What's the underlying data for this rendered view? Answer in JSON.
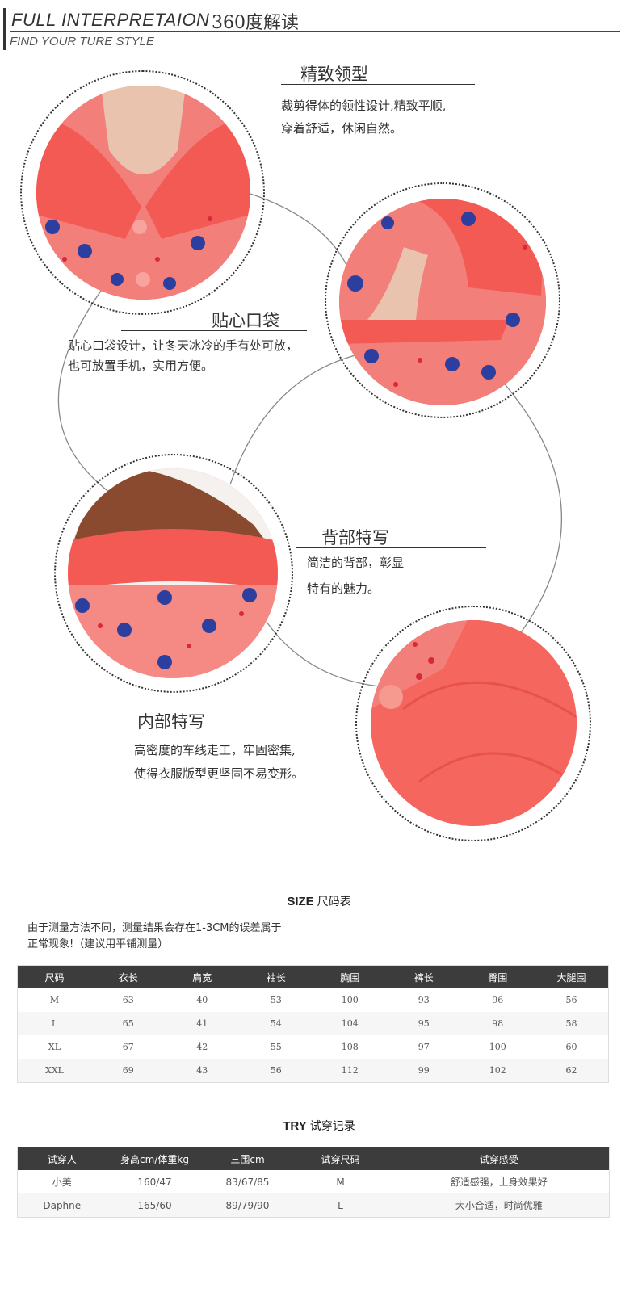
{
  "header": {
    "title_en": "FULL INTERPRETAION",
    "title_cn": "360度解读",
    "subtitle": "FIND YOUR TURE STYLE"
  },
  "features": [
    {
      "title": "精致领型",
      "lines": [
        "裁剪得体的领性设计,精致平顺,",
        "穿着舒适，休闲自然。"
      ]
    },
    {
      "title": "贴心口袋",
      "lines": [
        "贴心口袋设计，让冬天冰冷的手有处可放，",
        "也可放置手机，实用方便。"
      ]
    },
    {
      "title": "背部特写",
      "lines": [
        "简洁的背部，彰显",
        "特有的魅力。"
      ]
    },
    {
      "title": "内部特写",
      "lines": [
        "高密度的车线走工，牢固密集,",
        "使得衣服版型更坚固不易变形。"
      ]
    }
  ],
  "size_section": {
    "title_en": "SIZE",
    "title_cn": "尺码表",
    "note_lines": [
      "由于测量方法不同，测量结果会存在1-3CM的误差属于",
      "正常现象!（建议用平铺测量）"
    ],
    "headers": [
      "尺码",
      "衣长",
      "肩宽",
      "袖长",
      "胸围",
      "裤长",
      "臀围",
      "大腿围"
    ],
    "rows": [
      [
        "M",
        "63",
        "40",
        "53",
        "100",
        "93",
        "96",
        "56"
      ],
      [
        "L",
        "65",
        "41",
        "54",
        "104",
        "95",
        "98",
        "58"
      ],
      [
        "XL",
        "67",
        "42",
        "55",
        "108",
        "97",
        "100",
        "60"
      ],
      [
        "XXL",
        "69",
        "43",
        "56",
        "112",
        "99",
        "102",
        "62"
      ]
    ]
  },
  "try_section": {
    "title_en": "TRY",
    "title_cn": "试穿记录",
    "headers": [
      "试穿人",
      "身高cm/体重kg",
      "三围cm",
      "试穿尺码",
      "试穿感受"
    ],
    "rows": [
      [
        "小美",
        "160/47",
        "83/67/85",
        "M",
        "舒适感强，上身效果好"
      ],
      [
        "Daphne",
        "165/60",
        "89/79/90",
        "L",
        "大小合适，时尚优雅"
      ]
    ]
  },
  "colors": {
    "fabric": "#f36a62",
    "fleece": "#f45a54",
    "dot_blue": "#2c3f9e",
    "table_header": "#3c3c3c"
  }
}
